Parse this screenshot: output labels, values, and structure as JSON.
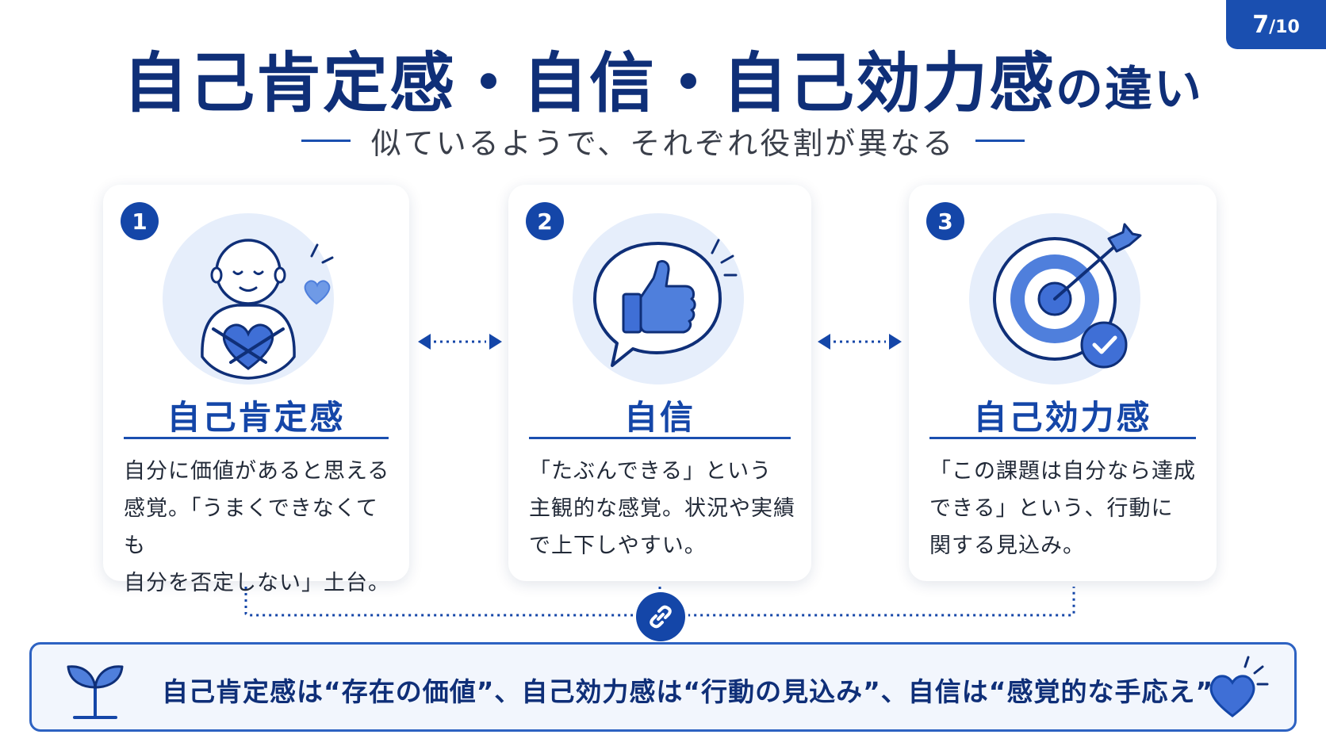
{
  "page": {
    "current": "7",
    "total": "/10"
  },
  "title": {
    "main": "自己肯定感・自信・自己効力感",
    "suffix": "の違い"
  },
  "subtitle": "似ているようで、それぞれ役割が異なる",
  "cards": [
    {
      "number": "1",
      "title": "自己肯定感",
      "lines": [
        "自分に価値があると思える",
        "感覚。「うまくできなくても",
        "自分を否定しない」土台。"
      ],
      "icon": "hugging-self-icon"
    },
    {
      "number": "2",
      "title": "自信",
      "lines": [
        "「たぶんできる」という",
        "主観的な感覚。状況や実績",
        "で上下しやすい。"
      ],
      "icon": "thumbs-up-bubble-icon"
    },
    {
      "number": "3",
      "title": "自己効力感",
      "lines": [
        "「この課題は自分なら達成",
        "できる」という、行動に",
        "関する見込み。"
      ],
      "icon": "target-check-icon"
    }
  ],
  "summary": "自己肯定感は“存在の価値”、自己効力感は“行動の見込み”、自信は“感覚的な手応え”。",
  "colors": {
    "primary": "#1446a8",
    "dark": "#0f2f78",
    "light": "#e6eefb",
    "accent": "#4f7fdc"
  }
}
